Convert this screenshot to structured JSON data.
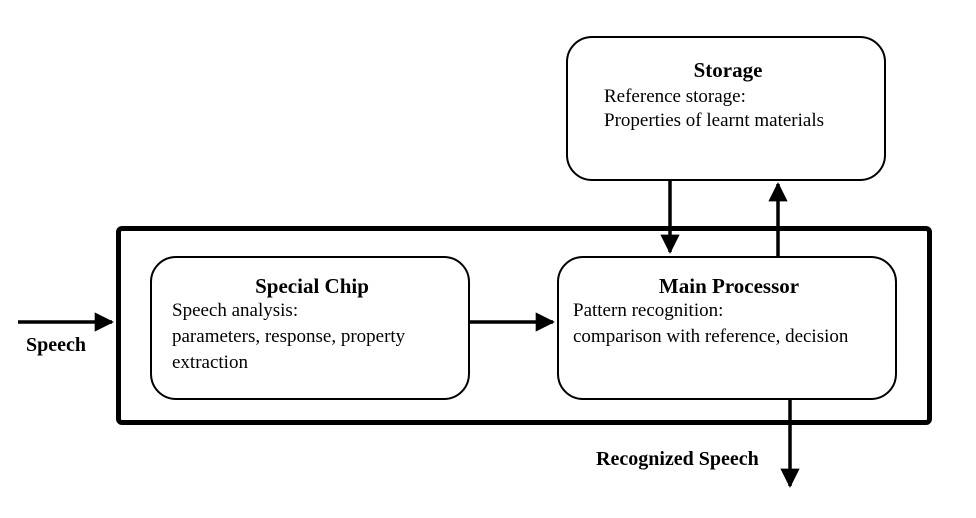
{
  "storage": {
    "title": "Storage",
    "lines": [
      "Reference storage:",
      "Properties of learnt materials"
    ]
  },
  "special_chip": {
    "title": "Special Chip",
    "lines": [
      "Speech analysis:",
      "parameters, response, property",
      "extraction"
    ]
  },
  "main_processor": {
    "title": "Main Processor",
    "lines": [
      "Pattern recognition:",
      "comparison with reference, decision"
    ]
  },
  "input_label": "Speech",
  "output_label": "Recognized Speech"
}
